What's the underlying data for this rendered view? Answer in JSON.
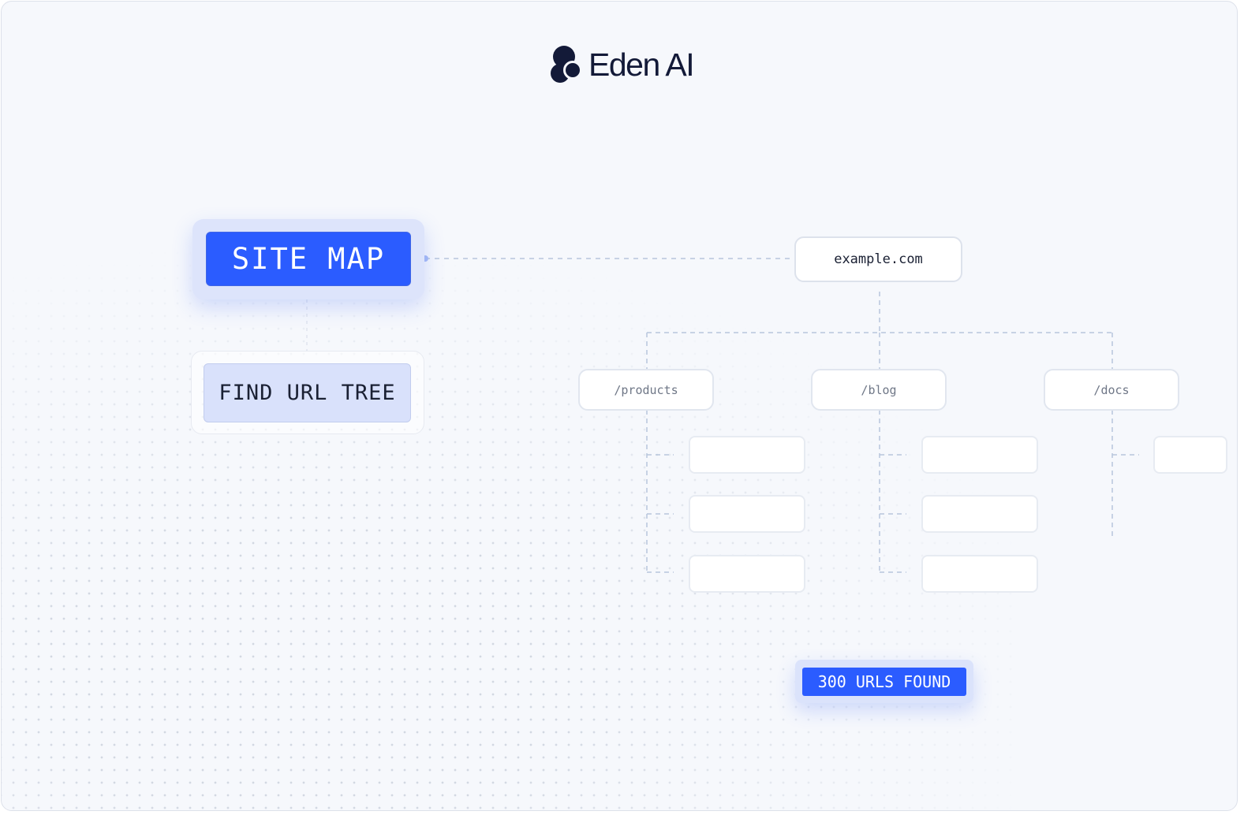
{
  "brand": {
    "name": "Eden AI",
    "logo_icon": "eden-ai-logo-icon",
    "logo_color": "#131a38"
  },
  "actions": {
    "site_map_label": "SITE MAP",
    "find_url_tree_label": "FIND URL TREE"
  },
  "tree": {
    "root": "example.com",
    "branches": [
      {
        "label": "/products",
        "child_count": 3
      },
      {
        "label": "/blog",
        "child_count": 3
      },
      {
        "label": "/docs",
        "child_count": 1
      }
    ]
  },
  "result": {
    "badge_text": "300 URLS FOUND"
  },
  "colors": {
    "accent": "#2b5cff",
    "accent_soft": "#d9e1fb",
    "background": "#f6f8fc",
    "connector": "#b7c6dc"
  }
}
